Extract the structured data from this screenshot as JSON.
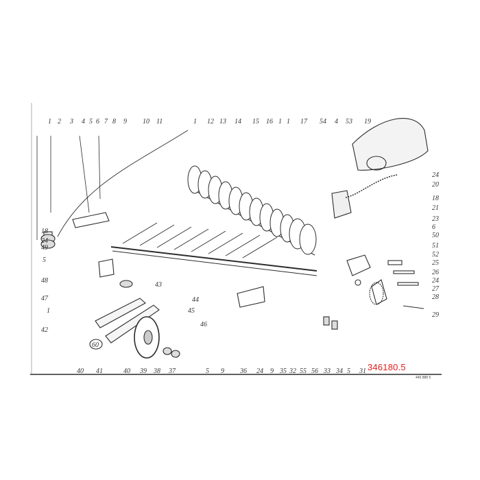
{
  "diagram": {
    "reference_number": "346180.5",
    "footer_code": "445 888 5",
    "colors": {
      "reference": "#e01e1e",
      "ink": "#333333",
      "paper": "#ffffff"
    },
    "callouts": {
      "top": [
        "1",
        "2",
        "3",
        "4",
        "5",
        "6",
        "7",
        "8",
        "9",
        "10",
        "11",
        "1",
        "12",
        "13",
        "14",
        "15",
        "16",
        "1",
        "1",
        "17",
        "54",
        "4",
        "53",
        "19"
      ],
      "right": [
        "24",
        "20",
        "18",
        "21",
        "23",
        "6",
        "50",
        "51",
        "52",
        "25",
        "26",
        "24",
        "27",
        "28",
        "29"
      ],
      "left": [
        "18",
        "24",
        "5",
        "49",
        "48",
        "47",
        "1",
        "42"
      ],
      "center": [
        "43",
        "44",
        "45",
        "46",
        "60"
      ],
      "bottom": [
        "40",
        "41",
        "40",
        "39",
        "38",
        "37",
        "5",
        "9",
        "36",
        "24",
        "9",
        "35",
        "32",
        "55",
        "56",
        "33",
        "34",
        "5",
        "31"
      ]
    }
  }
}
